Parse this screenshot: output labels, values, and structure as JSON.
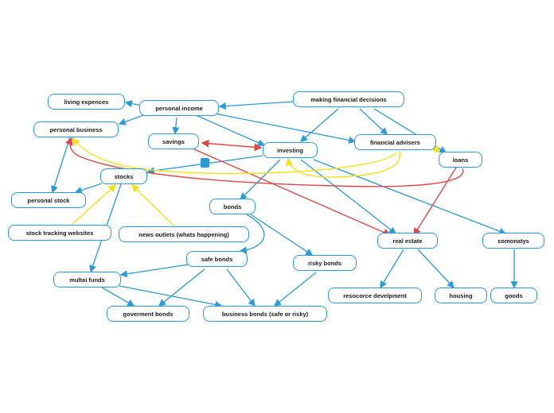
{
  "colors": {
    "blue": "#2a9ad8",
    "red": "#e04848",
    "yellow": "#f2e21a",
    "node_border": "#2a9ad8",
    "node_text": "#1a1a1a"
  },
  "nodes": {
    "making_decisions": "making financial decisions",
    "living_expences": "living expences",
    "personal_income": "personal income",
    "personal_business": "personal business",
    "savings": "savings",
    "investing": "investing",
    "financial_advisers": "financial advisers",
    "loans": "loans",
    "stocks": "stocks",
    "personal_stock": "personal stock",
    "stock_tracking": "stock tracking websites",
    "news_outlets": "news outlets (whats happening)",
    "bonds": "bonds",
    "safe_bonds": "safe bonds",
    "risky_bonds": "risky bonds",
    "real_estate": "real estate",
    "comonatys": "comonatys",
    "multai_funds": "multai funds",
    "resorce_development": "resocorce develpment",
    "housing": "housing",
    "goods": "goods",
    "goverment_bonds": "goverment bonds",
    "business_bonds": "business bonds (safe or risky)"
  },
  "marker_icon": "note-marker"
}
